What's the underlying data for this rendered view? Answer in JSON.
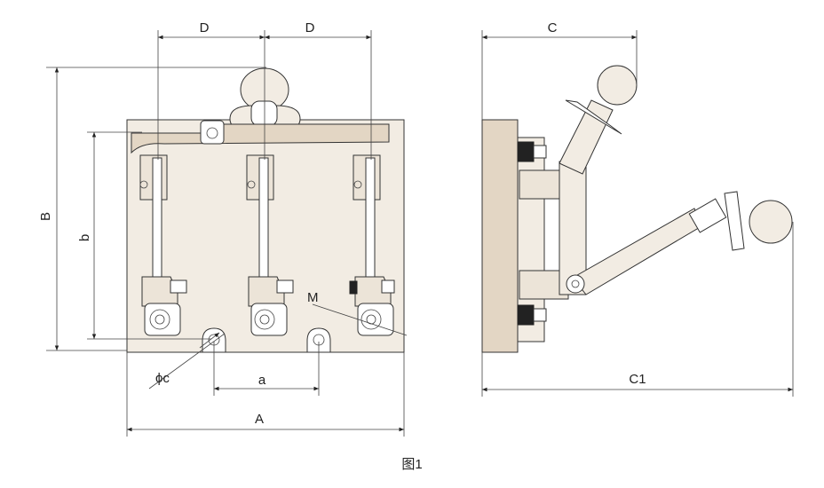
{
  "labels": {
    "D_left": "D",
    "D_right": "D",
    "C": "C",
    "B": "B",
    "b": "b",
    "M": "M",
    "phi_c": "ϕc",
    "a": "a",
    "A": "A",
    "C1": "C1"
  },
  "caption": "图1"
}
